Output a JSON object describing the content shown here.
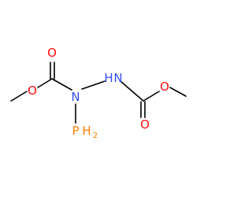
{
  "colors": {
    "background": "#ffffff",
    "bond": "#000000",
    "oxygen": "#ff0d0d",
    "nitrogen": "#3050f8",
    "phosphorus": "#ff8000"
  },
  "atoms": {
    "o_left_carbonyl": "O",
    "o_left_ester": "O",
    "n_left": "N",
    "n_right": "N",
    "h_on_n_right": "H",
    "phosphorus": "P",
    "ph2_hydrogen": "H",
    "ph2_subscript": "2",
    "o_right_carbonyl": "O",
    "o_right_ester": "O"
  }
}
